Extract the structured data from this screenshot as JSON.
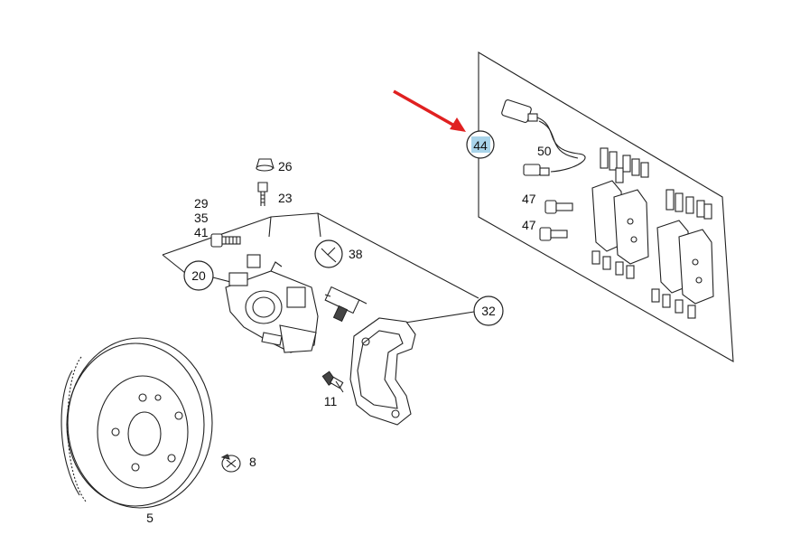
{
  "diagram": {
    "highlight_color": "#a9d4ea",
    "arrow_color": "#e02020",
    "labels": {
      "disc": "5",
      "bolt_8": "8",
      "bleed_11": "11",
      "caliper_20": "20",
      "bleed_23": "23",
      "cap_26": "26",
      "n29": "29",
      "n35": "35",
      "n41": "41",
      "bracket_32": "32",
      "kit_38": "38",
      "bolt_47a": "47",
      "bolt_47b": "47",
      "sensor_50": "50",
      "callout_44": "44"
    }
  }
}
